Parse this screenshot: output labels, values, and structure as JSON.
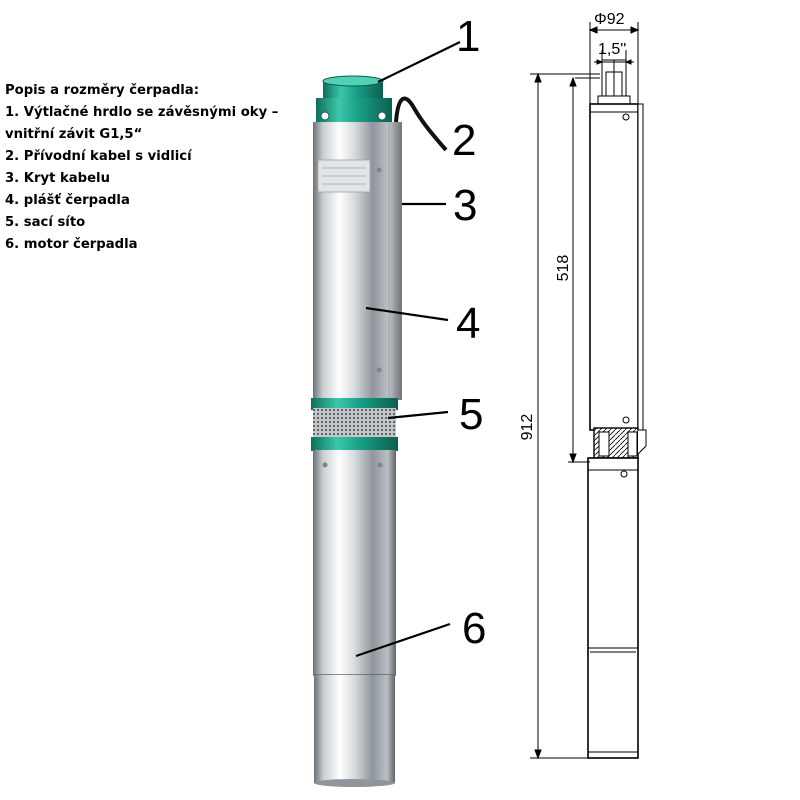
{
  "legend": {
    "title": "Popis a rozměry čerpadla:",
    "items": [
      "1. Výtlačné hrdlo se závěsnými oky –",
      "vnitřní závit G1,5“",
      "2. Přívodní kabel s vidlicí",
      "3. Kryt kabelu",
      "4. plášť čerpadla",
      "5. sací síto",
      "6. motor čerpadla"
    ]
  },
  "callouts": [
    "1",
    "2",
    "3",
    "4",
    "5",
    "6"
  ],
  "dimensions": {
    "diameter": "Φ92",
    "thread": "1,5''",
    "pump_length": "518",
    "total_length": "912"
  },
  "colors": {
    "accent_teal": "#1aa088",
    "steel_light": "#f2f4f5",
    "steel_dark": "#5e6468",
    "line": "#000000"
  }
}
